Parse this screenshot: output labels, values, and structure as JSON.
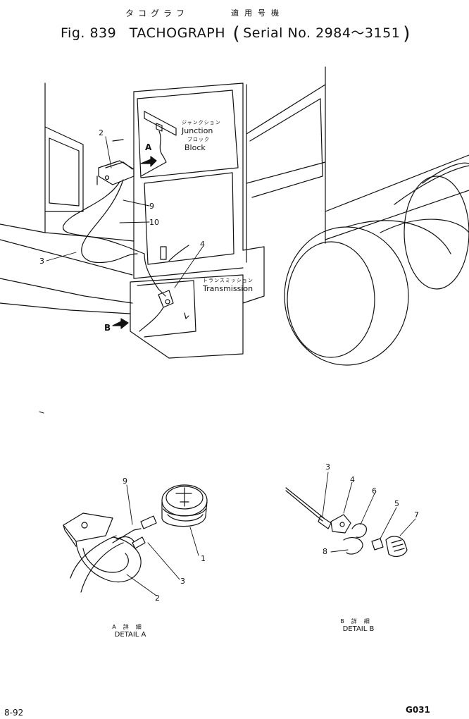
{
  "header": {
    "title_jp": "タコグラフ",
    "serial_jp": "適用号機",
    "fig_label": "Fig. 839",
    "title": "TACHOGRAPH",
    "serial_text": "Serial No. 2984～3151",
    "open_paren": "(",
    "close_paren": ")"
  },
  "labels": {
    "junction_jp": "ジャンクション",
    "junction": "Junction",
    "block_jp": "ブロック",
    "block": "Block",
    "transmission_jp": "トランスミッション",
    "transmission": "Transmission",
    "arrow_a": "A",
    "arrow_b": "B"
  },
  "callouts_main": [
    "2",
    "9",
    "10",
    "3",
    "4"
  ],
  "callouts_detail_a": [
    "9",
    "1",
    "3",
    "2"
  ],
  "callouts_detail_b": [
    "3",
    "4",
    "6",
    "5",
    "7",
    "8"
  ],
  "captions": {
    "detail_a_jp": "A詳細",
    "detail_a": "DETAIL A",
    "detail_b_jp": "B詳細",
    "detail_b": "DETAIL B"
  },
  "footer": {
    "page": "8-92",
    "code": "G031"
  }
}
